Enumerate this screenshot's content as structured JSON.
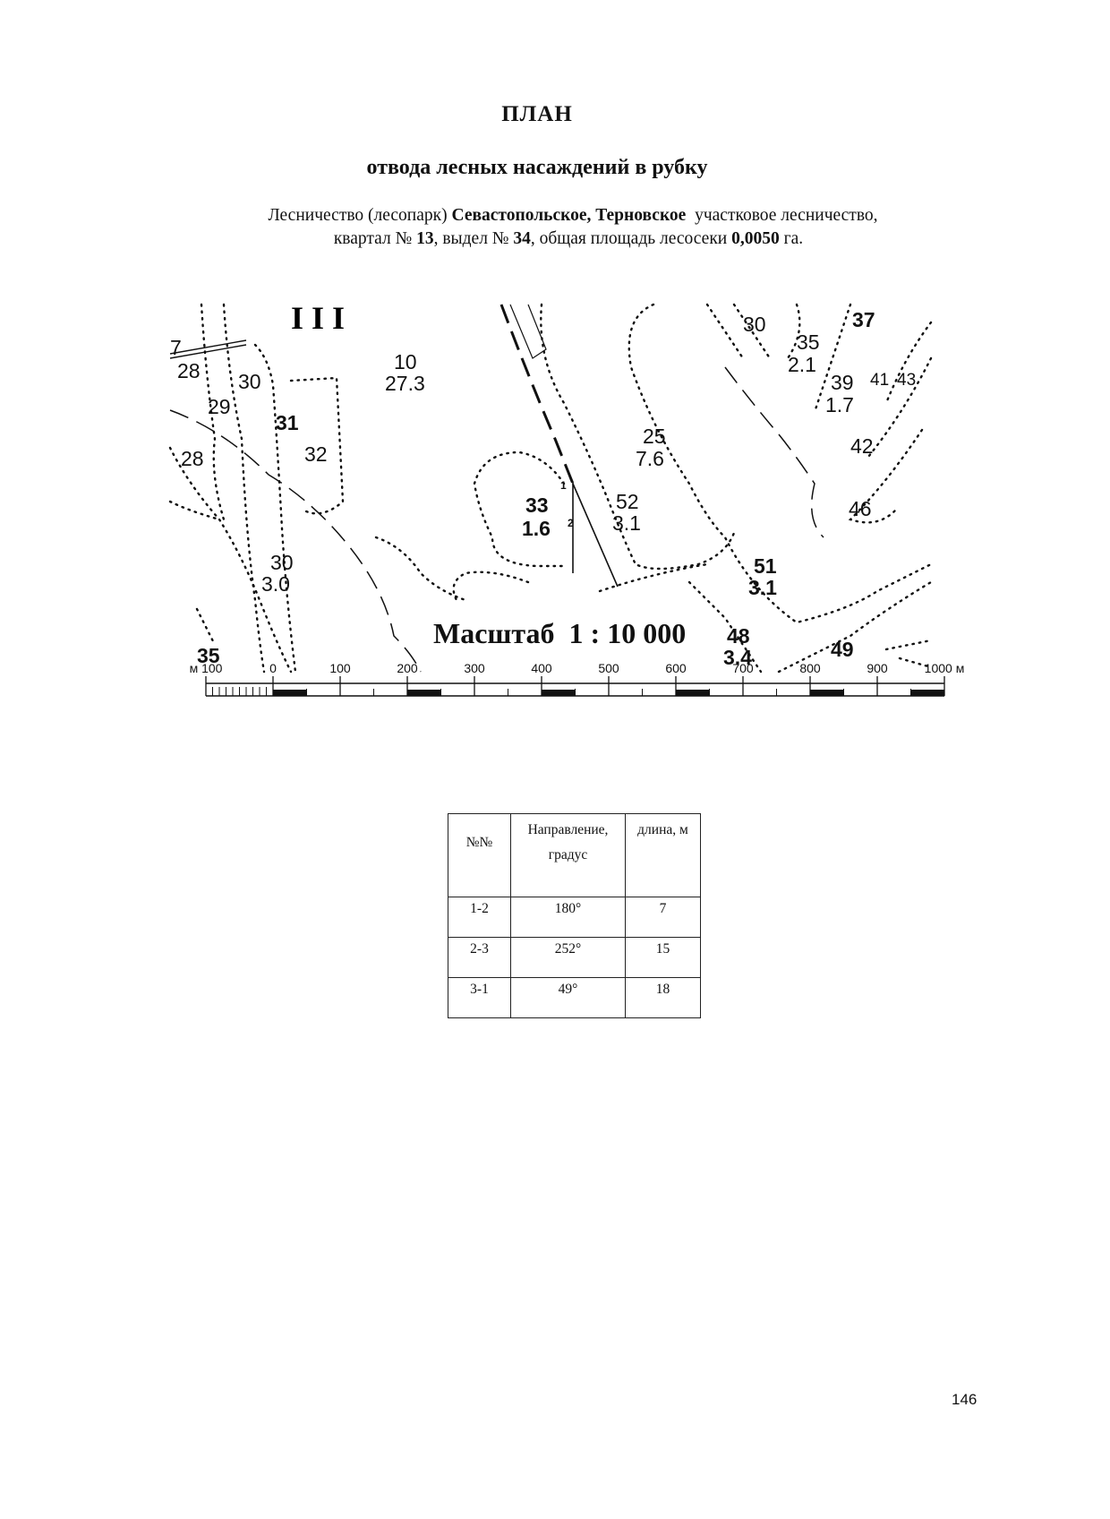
{
  "title": "ПЛАН",
  "subtitle": "отвода лесных насаждений в рубку",
  "info": {
    "forestry_label": "Лесничество (лесопарк)",
    "forestry_name": "Севастопольское",
    "district_name": "Терновское",
    "district_label": "участковое лесничество,",
    "quarter_label": "квартал №",
    "quarter_number": "13",
    "section_label": ", выдел №",
    "section_number": "34",
    "area_label": ", общая площадь лесосеки",
    "area_value": "0,0050",
    "area_unit": "га."
  },
  "map": {
    "scale_label": "Масштаб  1 : 10 000",
    "compartment_labels": [
      "10",
      "27.3",
      "25",
      "7.6",
      "33",
      "1.6",
      "52",
      "3.1",
      "30",
      "3.0",
      "51",
      "3.1",
      "48",
      "3.4",
      "49",
      "30",
      "35",
      "2.1",
      "39",
      "1.7",
      "41",
      "43",
      "42",
      "46",
      "37",
      "28",
      "30",
      "29",
      "31",
      "32",
      "28",
      "35",
      "7"
    ],
    "point_labels": [
      "1",
      "2"
    ],
    "scale_bar": {
      "ticks": [
        "м 100",
        "0",
        "100",
        "200",
        "300",
        "400",
        "500",
        "600",
        "700",
        "800",
        "900",
        "1000 м"
      ]
    }
  },
  "table": {
    "headers": [
      "№№",
      "Направление, градус",
      "длина, м"
    ],
    "rows": [
      {
        "segment": "1-2",
        "direction": "180°",
        "length": "7"
      },
      {
        "segment": "2-3",
        "direction": "252°",
        "length": "15"
      },
      {
        "segment": "3-1",
        "direction": "49°",
        "length": "18"
      }
    ]
  },
  "page_number": "146"
}
